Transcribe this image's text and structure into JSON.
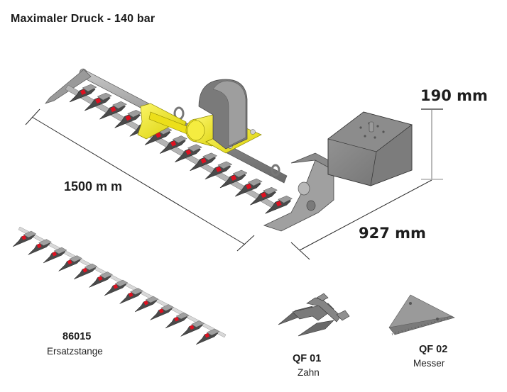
{
  "title": "Maximaler Druck - 140 bar",
  "dimensions": {
    "length": "1500 m m",
    "height": "190 mm",
    "depth": "927 mm"
  },
  "parts": [
    {
      "code": "86015",
      "description": "Ersatzstange"
    },
    {
      "code": "QF 01",
      "description": "Zahn"
    },
    {
      "code": "QF 02",
      "description": "Messer"
    }
  ],
  "colors": {
    "steel": "#8a8a8a",
    "steel_dark": "#5a5a5a",
    "steel_light": "#b8b8b8",
    "yellow": "#f2e81a",
    "yellow_dark": "#b8b000",
    "red": "#e01020",
    "line": "#222222"
  },
  "icons": {
    "machine": "sickle-bar-mower-drawing",
    "replacement_bar": "knife-bar-drawing",
    "tooth": "mower-guard-tooth-drawing",
    "blade": "section-blade-drawing"
  }
}
